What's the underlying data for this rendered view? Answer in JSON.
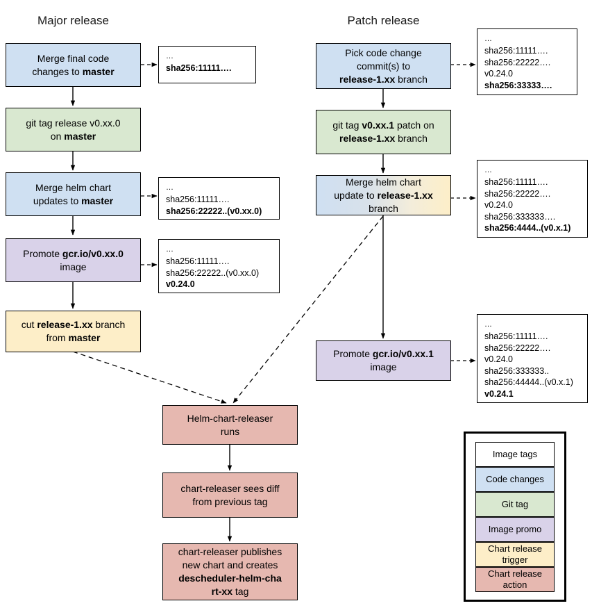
{
  "columns": [
    {
      "id": "major",
      "title": "Major release"
    },
    {
      "id": "patch",
      "title": "Patch release"
    }
  ],
  "nodes": {
    "merge_final_code": {
      "line1": "Merge final code",
      "line2_pre": "changes to ",
      "line2_bold": "master",
      "kind": "Code changes"
    },
    "git_tag_release": {
      "line1": "git tag release v0.xx.0",
      "line2_pre": "on ",
      "line2_bold": "master",
      "kind": "Git tag"
    },
    "merge_helm_master": {
      "line1": "Merge helm chart",
      "line2_pre": "updates to ",
      "line2_bold": "master",
      "kind": "Code changes"
    },
    "promote_image_major": {
      "line1_pre": "Promote ",
      "line1_bold": "gcr.io/v0.xx.0",
      "line2": "image",
      "kind": "Image promo"
    },
    "cut_release_branch": {
      "line1_pre": "cut ",
      "line1_bold": "release-1.xx",
      "line1_post": " branch",
      "line2_pre": "from ",
      "line2_bold": "master",
      "kind": "Chart release trigger"
    },
    "pick_commits": {
      "line1": "Pick code change",
      "line2": "commit(s) to",
      "line3_bold": "release-1.xx",
      "line3_post": " branch",
      "kind": "Code changes"
    },
    "git_tag_patch": {
      "line1_pre": "git tag ",
      "line1_bold": "v0.xx.1",
      "line1_post": " patch on",
      "line2_bold": "release-1.xx",
      "line2_post": " branch",
      "kind": "Git tag"
    },
    "merge_helm_release": {
      "line1": "Merge helm chart",
      "line2_pre": "update to ",
      "line2_bold": "release-1.xx",
      "line3": "branch",
      "kind": "Code changes + Chart release trigger"
    },
    "promote_image_patch": {
      "line1_pre": "Promote ",
      "line1_bold": "gcr.io/v0.xx.1",
      "line2": "image",
      "kind": "Image promo"
    },
    "chart_releaser_runs": {
      "line1": "Helm-chart-releaser",
      "line2": "runs",
      "kind": "Chart release action"
    },
    "chart_releaser_diff": {
      "line1": "chart-releaser sees diff",
      "line2": "from previous tag",
      "kind": "Chart release action"
    },
    "chart_releaser_publishes": {
      "line1": "chart-releaser publishes",
      "line2": "new chart and creates",
      "line3_bold": "descheduler-helm-cha",
      "line4_bold": "rt-xx",
      "line4_post": " tag",
      "kind": "Chart release action"
    }
  },
  "tag_boxes": {
    "tags_after_merge_final": {
      "lines": [
        {
          "t": "…",
          "bold": false,
          "dots": true
        },
        {
          "t": "sha256:11111….",
          "bold": true
        }
      ]
    },
    "tags_after_merge_helm_master": {
      "lines": [
        {
          "t": "…",
          "bold": false,
          "dots": true
        },
        {
          "t": "sha256:11111….",
          "bold": false
        },
        {
          "t": "sha256:22222..(v0.xx.0)",
          "bold": true
        }
      ]
    },
    "tags_after_promote_major": {
      "lines": [
        {
          "t": "…",
          "bold": false,
          "dots": true
        },
        {
          "t": "sha256:11111….",
          "bold": false
        },
        {
          "t": "sha256:22222..(v0.xx.0)",
          "bold": false
        },
        {
          "t": "v0.24.0",
          "bold": true
        }
      ]
    },
    "tags_after_pick_commits": {
      "lines": [
        {
          "t": "…",
          "bold": false,
          "dots": true
        },
        {
          "t": "sha256:11111….",
          "bold": false
        },
        {
          "t": "sha256:22222….",
          "bold": false
        },
        {
          "t": "v0.24.0",
          "bold": false
        },
        {
          "t": "sha256:33333….",
          "bold": true
        }
      ]
    },
    "tags_after_merge_helm_release": {
      "lines": [
        {
          "t": "…",
          "bold": false,
          "dots": true
        },
        {
          "t": "sha256:11111….",
          "bold": false
        },
        {
          "t": "sha256:22222….",
          "bold": false
        },
        {
          "t": "v0.24.0",
          "bold": false
        },
        {
          "t": "sha256:333333….",
          "bold": false
        },
        {
          "t": "sha256:4444..(v0.x.1)",
          "bold": true
        }
      ]
    },
    "tags_after_promote_patch": {
      "lines": [
        {
          "t": "…",
          "bold": false,
          "dots": true
        },
        {
          "t": "sha256:11111….",
          "bold": false
        },
        {
          "t": "sha256:22222….",
          "bold": false
        },
        {
          "t": "v0.24.0",
          "bold": false
        },
        {
          "t": "sha256:333333..",
          "bold": false
        },
        {
          "t": "sha256:44444..(v0.x.1)",
          "bold": false
        },
        {
          "t": "v0.24.1",
          "bold": true
        }
      ]
    }
  },
  "legend": {
    "items": [
      {
        "label": "Image tags",
        "color": "#ffffff"
      },
      {
        "label": "Code changes",
        "color": "#cfe0f2"
      },
      {
        "label": "Git tag",
        "color": "#d9e8d0"
      },
      {
        "label": "Image promo",
        "color": "#d9d2e9"
      },
      {
        "label": "Chart release trigger",
        "color": "#fdeec8"
      },
      {
        "label": "Chart release action",
        "color": "#e6b8b0"
      }
    ]
  },
  "palette": {
    "code_changes": "#cfe0f2",
    "git_tag": "#d9e8d0",
    "image_promo": "#d9d2e9",
    "chart_release_trigger": "#fdeec8",
    "chart_release_action": "#e6b8b0",
    "image_tags": "#ffffff",
    "stroke": "#000000",
    "background": "#ffffff"
  }
}
